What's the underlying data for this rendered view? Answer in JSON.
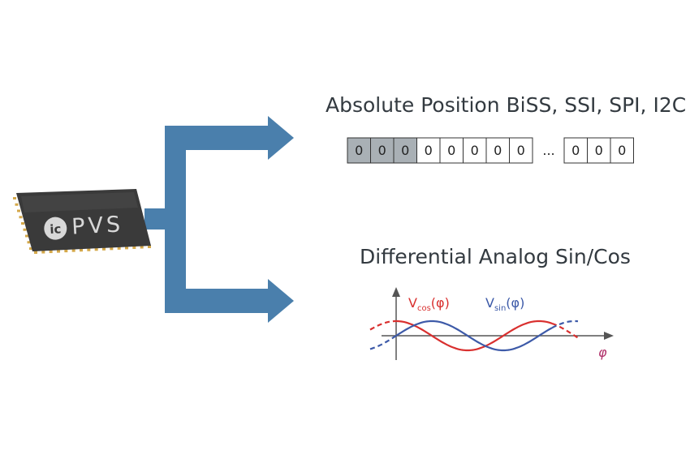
{
  "chip": {
    "logo_text": "PVS",
    "logo_badge": "ic"
  },
  "digital": {
    "title": "Absolute Position BiSS, SSI, PPI_PLACEHOLDER",
    "bits": [
      "0",
      "0",
      "0",
      "0",
      "0",
      "0",
      "0",
      "0"
    ],
    "shaded_count": 3,
    "ellipsis": "...",
    "tail_bits": [
      "0",
      "0",
      "0"
    ]
  },
  "analog": {
    "title": "Differential Analog Sin/Cos",
    "cos_label": "V",
    "cos_sub": "cos",
    "cos_arg": "(φ)",
    "sin_label": "V",
    "sin_sub": "sin",
    "sin_arg": "(φ)",
    "axis_label": "φ"
  },
  "colors": {
    "arrow": "#4a7fac",
    "chip_body": "#3a3a3a",
    "pins": "#d4a84a",
    "cos_wave": "#d9302f",
    "sin_wave": "#3d5aa8",
    "shaded_bit": "#a9b0b5",
    "axis_label": "#b0306a"
  }
}
